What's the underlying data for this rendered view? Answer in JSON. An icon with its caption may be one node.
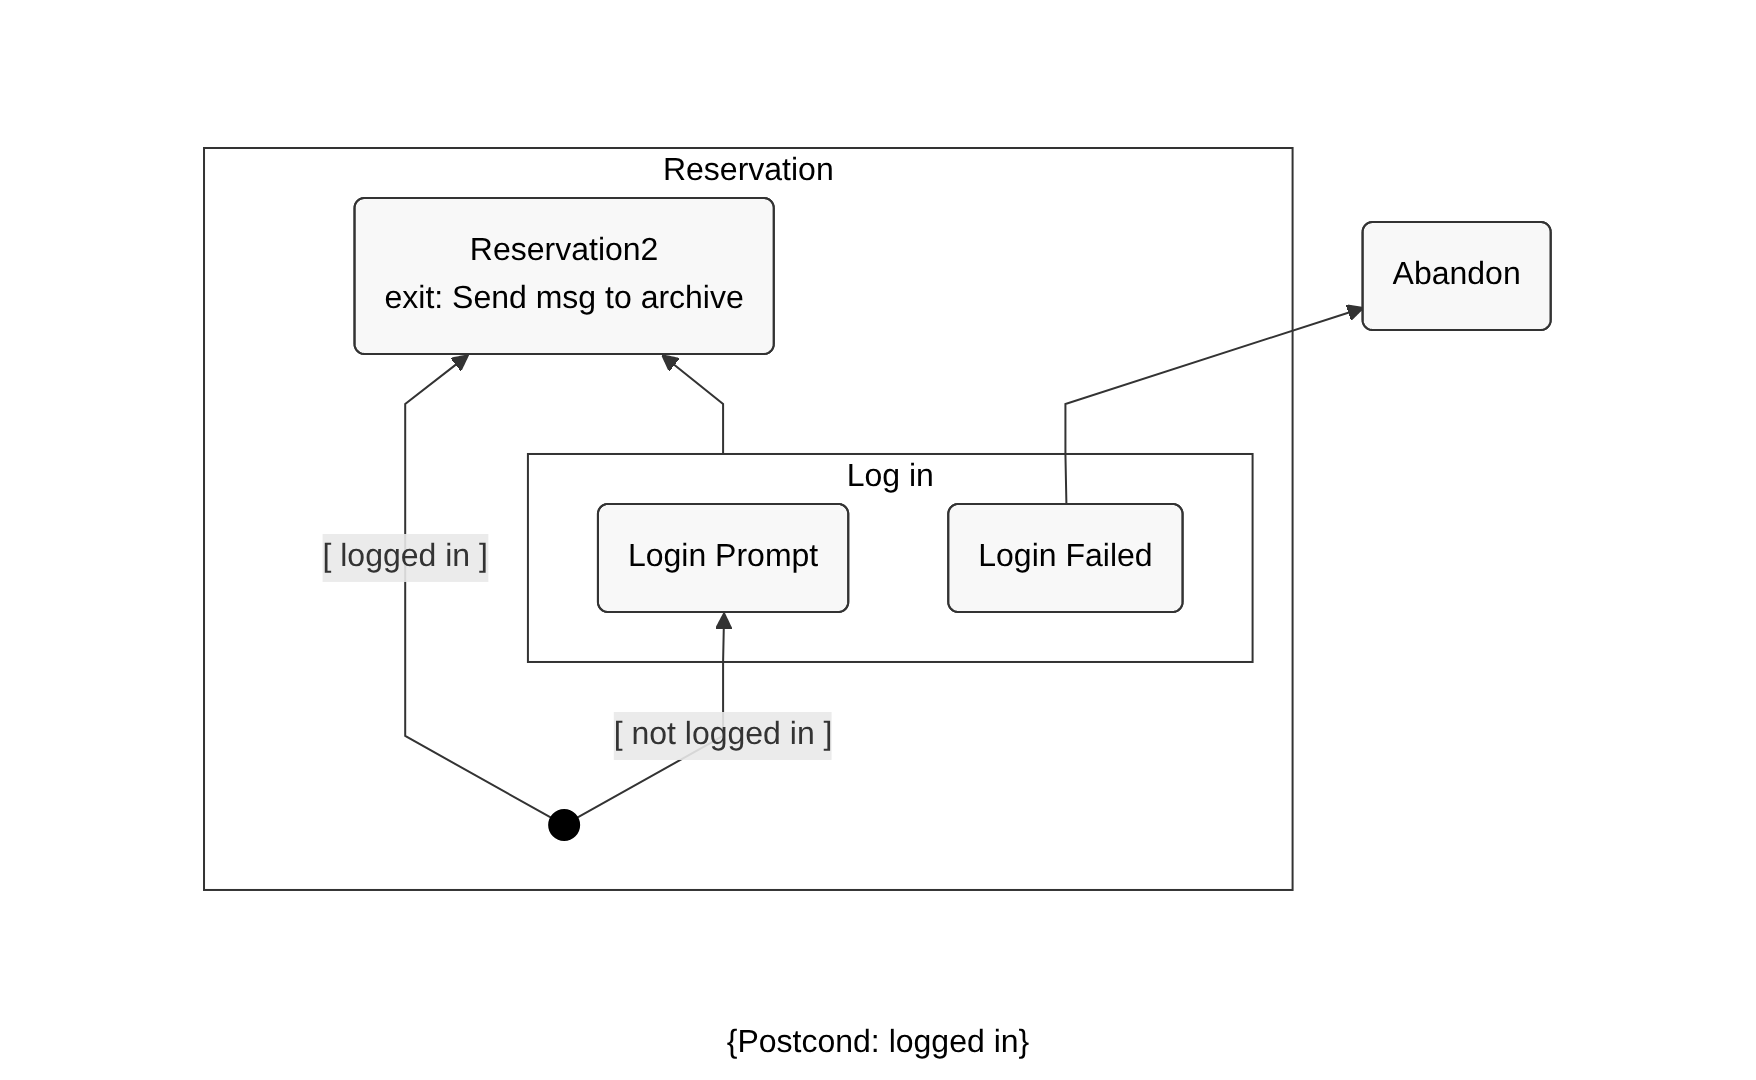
{
  "diagram": {
    "nodes": [
      {
        "text": [
          "Abandon"
        ]
      },
      {
        "text": [
          "Reservation"
        ]
      },
      {
        "text": [
          "Reservation2",
          "exit: Send msg to archive"
        ],
        "in": 1
      },
      {
        "text": [
          "Log in"
        ],
        "in": 1
      },
      {
        "text": [
          "Login Prompt"
        ],
        "in": 3
      },
      {
        "text": [
          "Login Failed"
        ],
        "in": 3
      },
      {
        "text": [],
        "shape": "circle",
        "in": 1
      }
    ],
    "edges": [
      {
        "from": 5,
        "to": 0,
        "arrow": "to"
      },
      {
        "from": 3,
        "to": 2,
        "arrow": "to"
      },
      {
        "from": 6,
        "to": 2,
        "arrow": "to",
        "label": "[ logged in ]"
      },
      {
        "from": 6,
        "to": 4,
        "arrow": "to",
        "label": "[ not logged in ]"
      }
    ],
    "labels": [
      "{Postcond: logged in}"
    ]
  }
}
